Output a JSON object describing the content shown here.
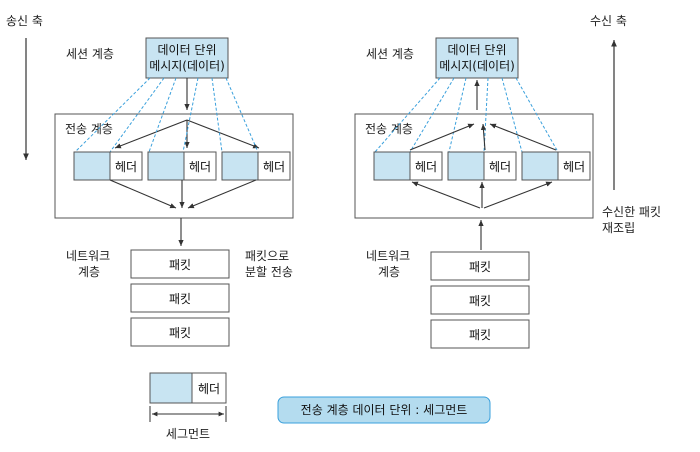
{
  "send": {
    "side_label": "송신 축",
    "session_layer_label": "세션 계층",
    "data_unit_line1": "데이터 단위",
    "data_unit_line2": "메시지(데이터)",
    "transport_label": "전송 계층",
    "header_labels": [
      "헤더",
      "헤더",
      "헤더"
    ],
    "network_label_line1": "네트워크",
    "network_label_line2": "계층",
    "split_note_line1": "패킷으로",
    "split_note_line2": "분할 전송",
    "packets": [
      "패킷",
      "패킷",
      "패킷"
    ]
  },
  "receive": {
    "side_label": "수신 축",
    "session_layer_label": "세션 계층",
    "data_unit_line1": "데이터 단위",
    "data_unit_line2": "메시지(데이터)",
    "transport_label": "전송 계층",
    "header_labels": [
      "헤더",
      "헤더",
      "헤더"
    ],
    "network_label_line1": "네트워크",
    "network_label_line2": "계층",
    "reassemble_note_line1": "수신한 패킷",
    "reassemble_note_line2": "재조립",
    "packets": [
      "패킷",
      "패킷",
      "패킷"
    ]
  },
  "legend": {
    "header_label": "헤더",
    "segment_label": "세그먼트"
  },
  "caption": "전송 계층 데이터 단위 : 세그먼트",
  "colors": {
    "segment_fill": "#c8e4f2",
    "dash_line": "#3aa0dc",
    "caption_fill": "#b4dcef",
    "caption_border": "#3aa0dc",
    "frame": "#555555"
  }
}
